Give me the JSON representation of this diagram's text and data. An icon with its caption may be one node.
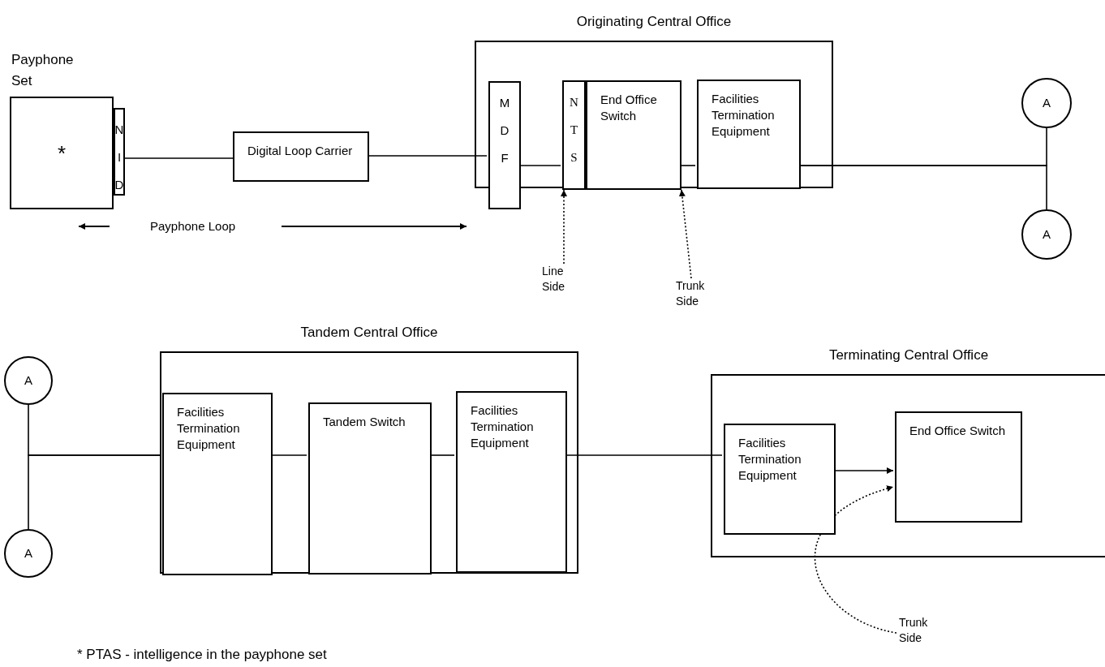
{
  "diagram": {
    "nodes": [
      {
        "text": [
          "Originating Central Office"
        ]
      },
      {
        "text": [
          "Payphone Set",
          "*"
        ]
      },
      {
        "text": [
          "N I D"
        ]
      },
      {
        "text": [
          "Digital Loop Carrier"
        ]
      },
      {
        "text": [
          "M D F"
        ],
        "in": 0
      },
      {
        "text": [
          "N T S"
        ],
        "in": 0
      },
      {
        "text": [
          "End Office Switch"
        ],
        "in": 0
      },
      {
        "text": [
          "Facilities Termination Equipment"
        ],
        "in": 0
      },
      {
        "text": [
          "A"
        ]
      },
      {
        "text": [
          "A"
        ]
      },
      {
        "text": [
          "Line Side"
        ]
      },
      {
        "text": [
          "Trunk Side"
        ]
      },
      {
        "text": [
          "Tandem Central Office"
        ]
      },
      {
        "text": [
          "Facilities Termination Equipment"
        ],
        "in": 12
      },
      {
        "text": [
          "Tandem Switch"
        ],
        "in": 12
      },
      {
        "text": [
          "Facilities Termination Equipment"
        ],
        "in": 12
      },
      {
        "text": [
          "A"
        ]
      },
      {
        "text": [
          "A"
        ]
      },
      {
        "text": [
          "Terminating Central Office"
        ]
      },
      {
        "text": [
          "Facilities Termination Equipment"
        ],
        "in": 18
      },
      {
        "text": [
          "End Office Switch"
        ],
        "in": 18
      },
      {
        "text": [
          "Trunk Side"
        ]
      }
    ],
    "edges": [
      {
        "from": 2,
        "to": 3,
        "arrow": "none"
      },
      {
        "from": 3,
        "to": 4,
        "arrow": "none"
      },
      {
        "from": 4,
        "to": 5,
        "arrow": "none"
      },
      {
        "from": 6,
        "to": 7,
        "arrow": "none"
      },
      {
        "from": 7,
        "to": 8,
        "arrow": "none"
      },
      {
        "from": 7,
        "to": 9,
        "arrow": "none"
      },
      {
        "from": 10,
        "to": 5,
        "arrow": "to",
        "style": "dashed"
      },
      {
        "from": 11,
        "to": 6,
        "arrow": "to",
        "style": "dashed"
      },
      {
        "from": 16,
        "to": 13,
        "arrow": "none"
      },
      {
        "from": 17,
        "to": 13,
        "arrow": "none"
      },
      {
        "from": 13,
        "to": 14,
        "arrow": "none"
      },
      {
        "from": 14,
        "to": 15,
        "arrow": "none"
      },
      {
        "from": 15,
        "to": 19,
        "arrow": "none"
      },
      {
        "from": 19,
        "to": 20,
        "arrow": "to"
      },
      {
        "from": 21,
        "to": 20,
        "arrow": "to",
        "style": "dashed"
      }
    ],
    "labels": [
      "Payphone Loop",
      "* PTAS - intelligence in the payphone set"
    ]
  }
}
